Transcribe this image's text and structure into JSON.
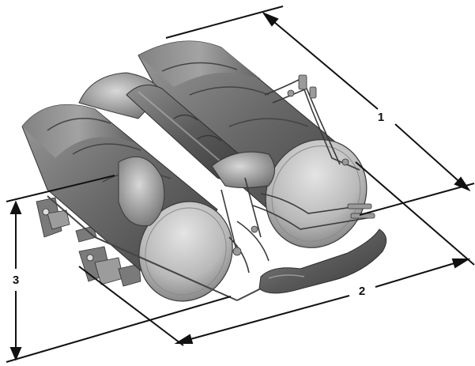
{
  "dimensions": [
    {
      "id": "length",
      "label": "1"
    },
    {
      "id": "width",
      "label": "2"
    },
    {
      "id": "height",
      "label": "3"
    }
  ],
  "colors": {
    "line": "#111111",
    "label": "#111111",
    "background": "#ffffff",
    "metal_dark": "#4a4a4a",
    "metal_mid": "#8d8d8d",
    "metal_light": "#d0d0d0"
  }
}
